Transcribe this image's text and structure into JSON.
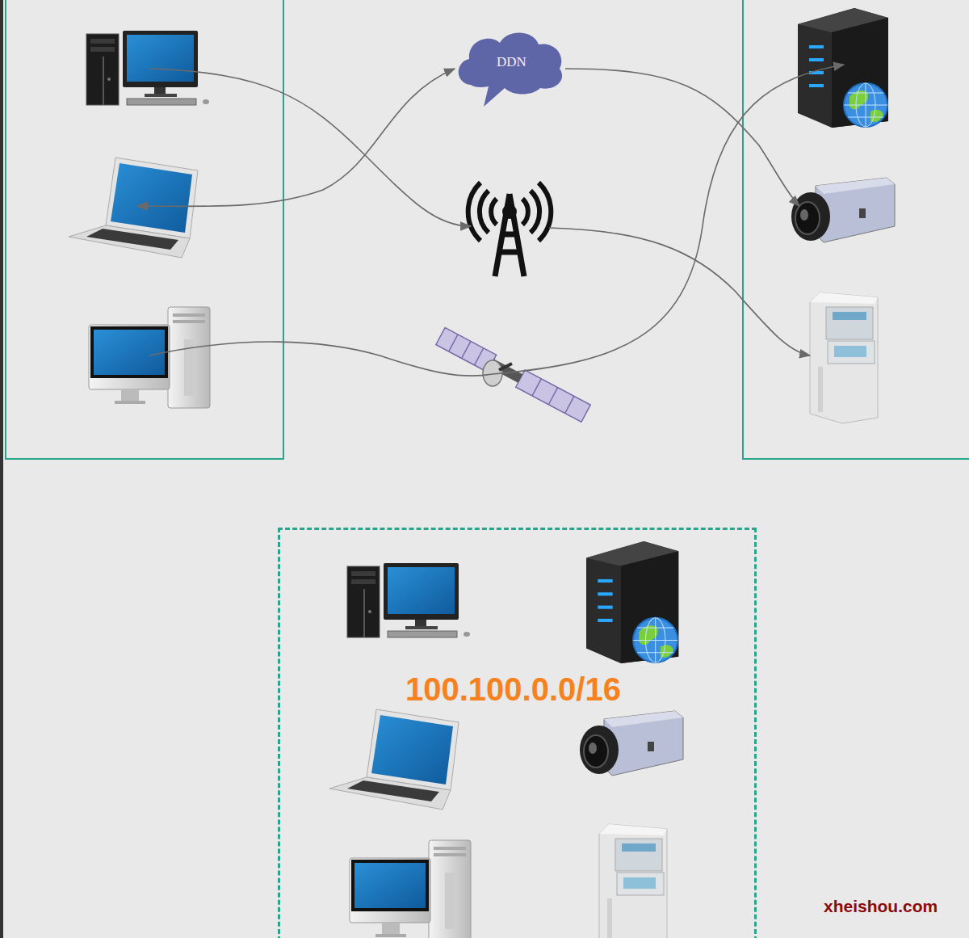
{
  "diagram": {
    "nodes": [
      {
        "text": [
          "DDN"
        ]
      },
      {
        "text": [
          "100.100.0.0/16"
        ]
      }
    ],
    "labels": [
      "xheishou.com"
    ]
  }
}
